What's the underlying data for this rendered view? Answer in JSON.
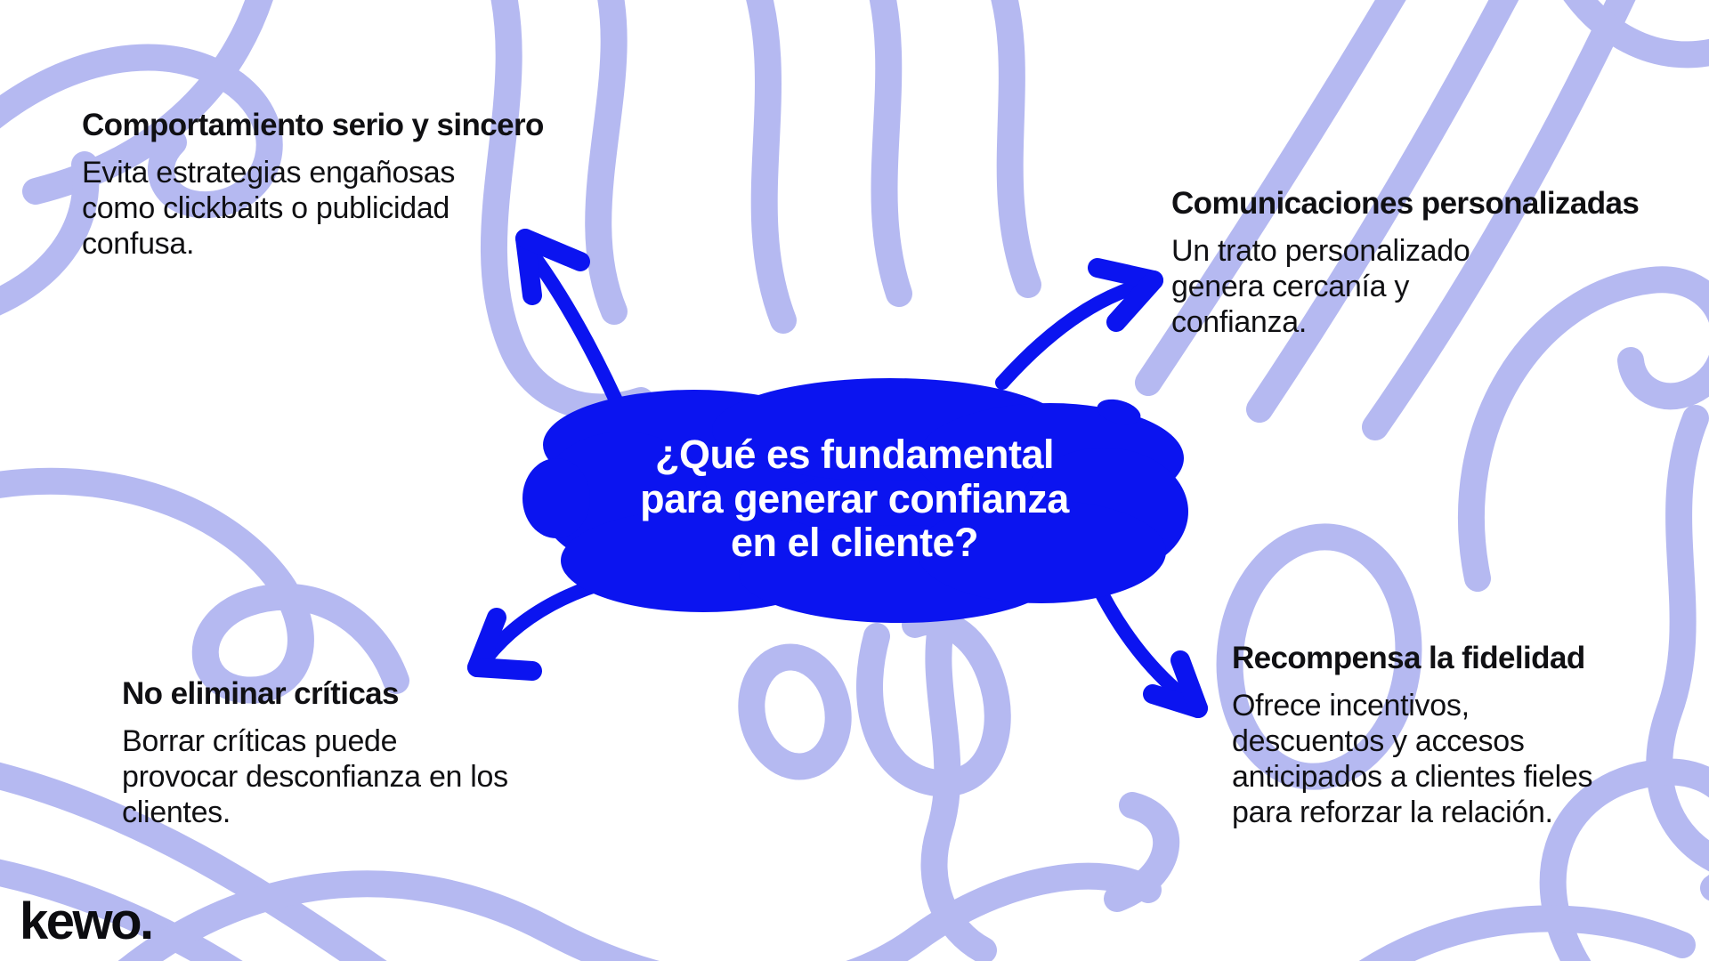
{
  "meta": {
    "kind": "mindmap-infographic",
    "language": "es"
  },
  "colors": {
    "background": "#ffffff",
    "doodle": "#b5b9f1",
    "accent_blue": "#0b14f0",
    "text": "#101013",
    "center_text": "#ffffff"
  },
  "center": {
    "question": "¿Qué es fundamental\npara generar confianza\nen el cliente?"
  },
  "topics": {
    "top_left": {
      "title": "Comportamiento serio y sincero",
      "body": "Evita estrategias engañosas\ncomo clickbaits o publicidad\nconfusa."
    },
    "top_right": {
      "title": "Comunicaciones personalizadas",
      "body": "Un trato personalizado\ngenera cercanía y\nconfianza."
    },
    "bottom_left": {
      "title": "No eliminar críticas",
      "body": "Borrar críticas puede\nprovocar desconfianza en los\nclientes."
    },
    "bottom_right": {
      "title": "Recompensa la fidelidad",
      "body": "Ofrece incentivos,\ndescuentos y accesos\nanticipados a clientes fieles\npara reforzar la relación."
    }
  },
  "logo": {
    "text": "kewo."
  }
}
